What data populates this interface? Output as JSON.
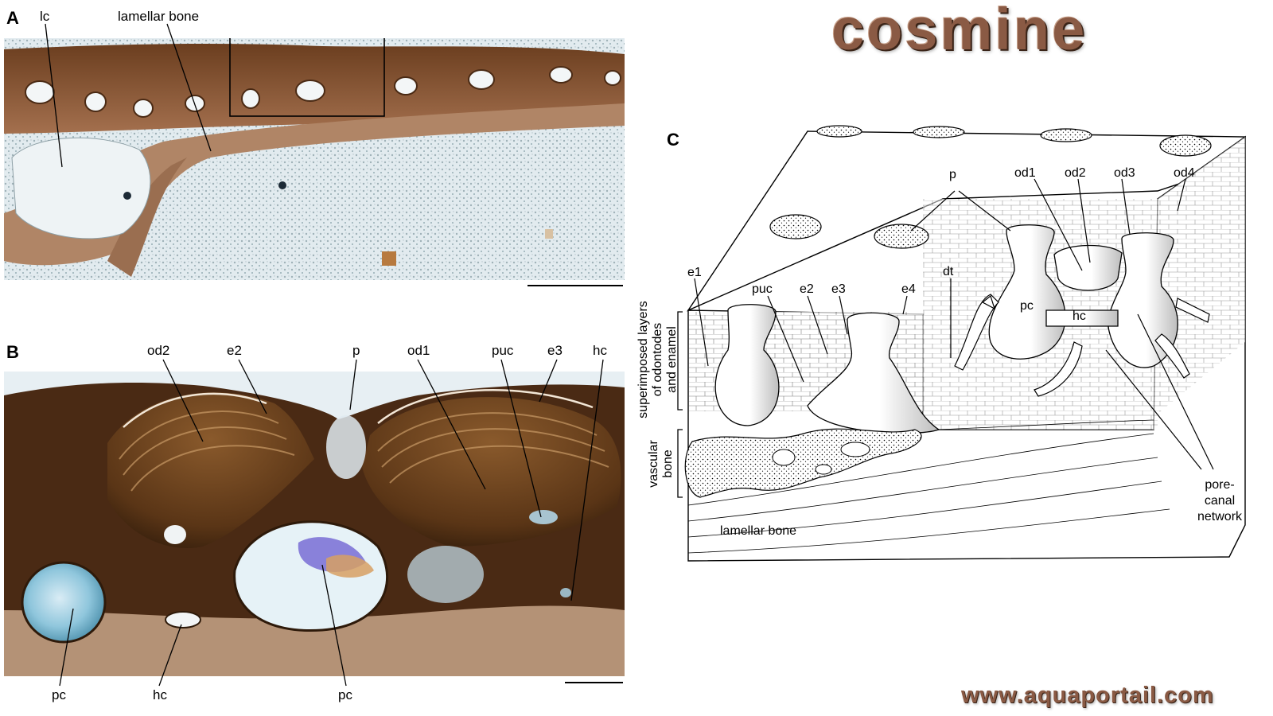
{
  "title": "cosmine",
  "website": "www.aquaportail.com",
  "panels": {
    "a": {
      "letter": "A",
      "labels": {
        "lc": "lc",
        "lamellar_bone": "lamellar bone"
      }
    },
    "b": {
      "letter": "B",
      "labels": {
        "od2": "od2",
        "e2": "e2",
        "p": "p",
        "od1": "od1",
        "puc": "puc",
        "e3": "e3",
        "hc_top": "hc",
        "pc_left": "pc",
        "hc_bottom": "hc",
        "pc_mid": "pc"
      }
    },
    "c": {
      "letter": "C",
      "labels": {
        "p": "p",
        "od1": "od1",
        "od2": "od2",
        "od3": "od3",
        "od4": "od4",
        "e1": "e1",
        "puc": "puc",
        "e2": "e2",
        "e3": "e3",
        "e4": "e4",
        "dt": "dt",
        "pc": "pc",
        "hc": "hc",
        "layers_line1": "superimposed layers",
        "layers_line2": "of odontodes",
        "layers_line3": "and enamel",
        "vascular_line1": "vascular",
        "vascular_line2": "bone",
        "lamellar_bone": "lamellar bone",
        "pore_line1": "pore-",
        "pore_line2": "canal",
        "pore_line3": "network"
      }
    }
  },
  "colors": {
    "title": "#8a5a44",
    "bone_brown": "#a9775a",
    "dark_brown": "#4a2a14",
    "matrix_blue": "#dfe9ee"
  }
}
